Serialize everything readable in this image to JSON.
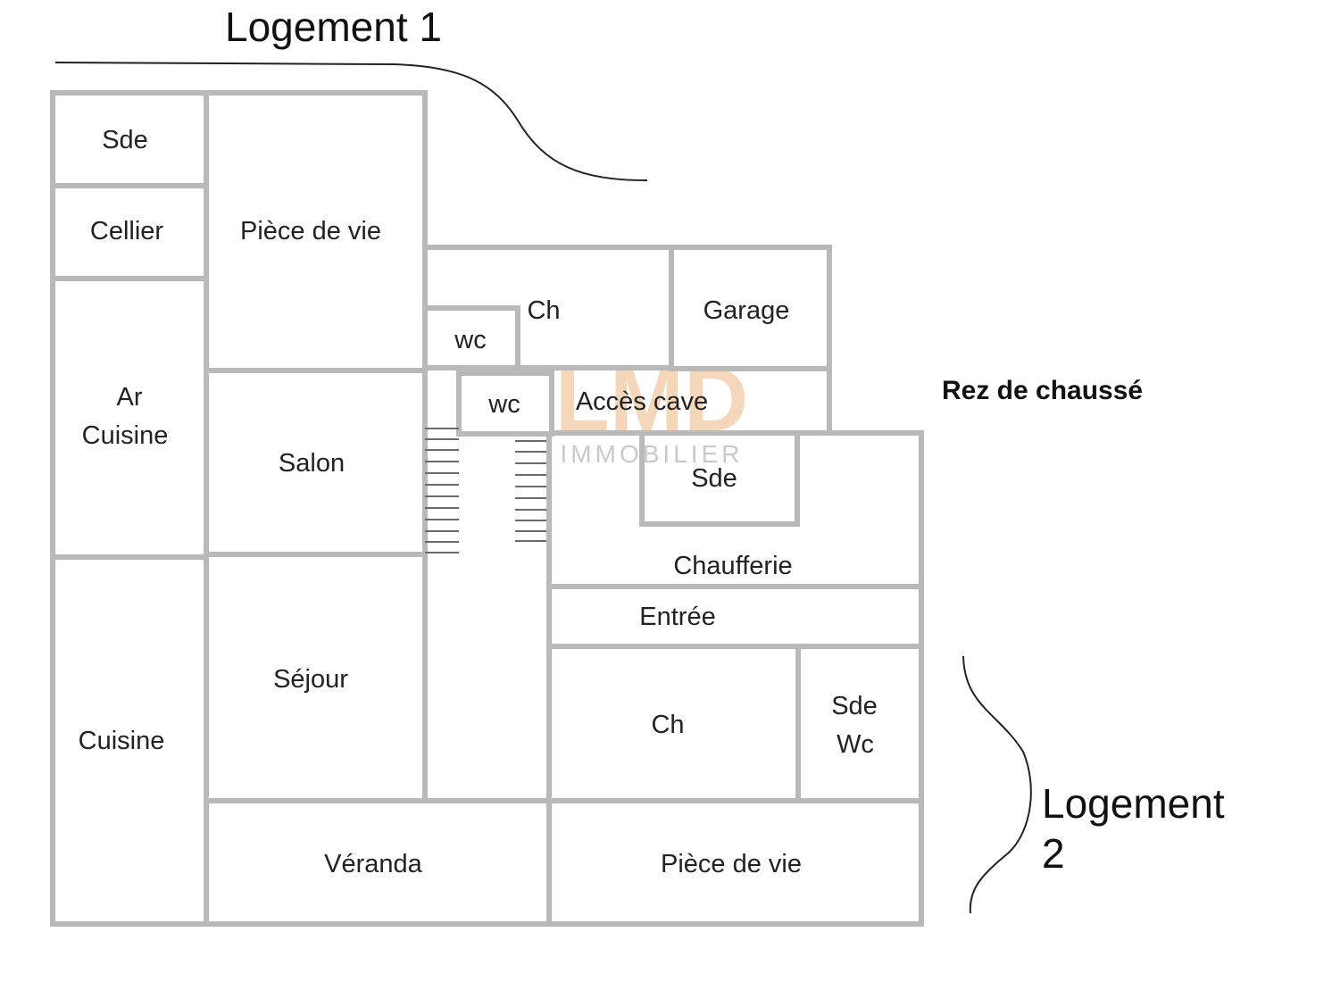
{
  "labels": {
    "logement1": "Logement 1",
    "logement2_line1": "Logement",
    "logement2_line2": "2",
    "level": "Rez de chaussé"
  },
  "watermark": {
    "logo": "LMD",
    "subtitle": "IMMOBILIER"
  },
  "rooms": {
    "sde_top": "Sde",
    "cellier": "Cellier",
    "piece_de_vie_top": "Pièce de vie",
    "ar_cuisine_line1": "Ar",
    "ar_cuisine_line2": "Cuisine",
    "salon": "Salon",
    "cuisine": "Cuisine",
    "sejour": "Séjour",
    "veranda": "Véranda",
    "ch_top": "Ch",
    "wc_upper": "wc",
    "wc_lower": "wc",
    "garage": "Garage",
    "acces_cave": "Accès cave",
    "sde_middle": "Sde",
    "chaufferie": "Chaufferie",
    "entree": "Entrée",
    "ch_bottom": "Ch",
    "sde_wc_line1": "Sde",
    "sde_wc_line2": "Wc",
    "piece_de_vie_bottom": "Pièce de vie"
  },
  "colors": {
    "walls": "#b9b9b9",
    "watermark": "#e8a56a"
  }
}
